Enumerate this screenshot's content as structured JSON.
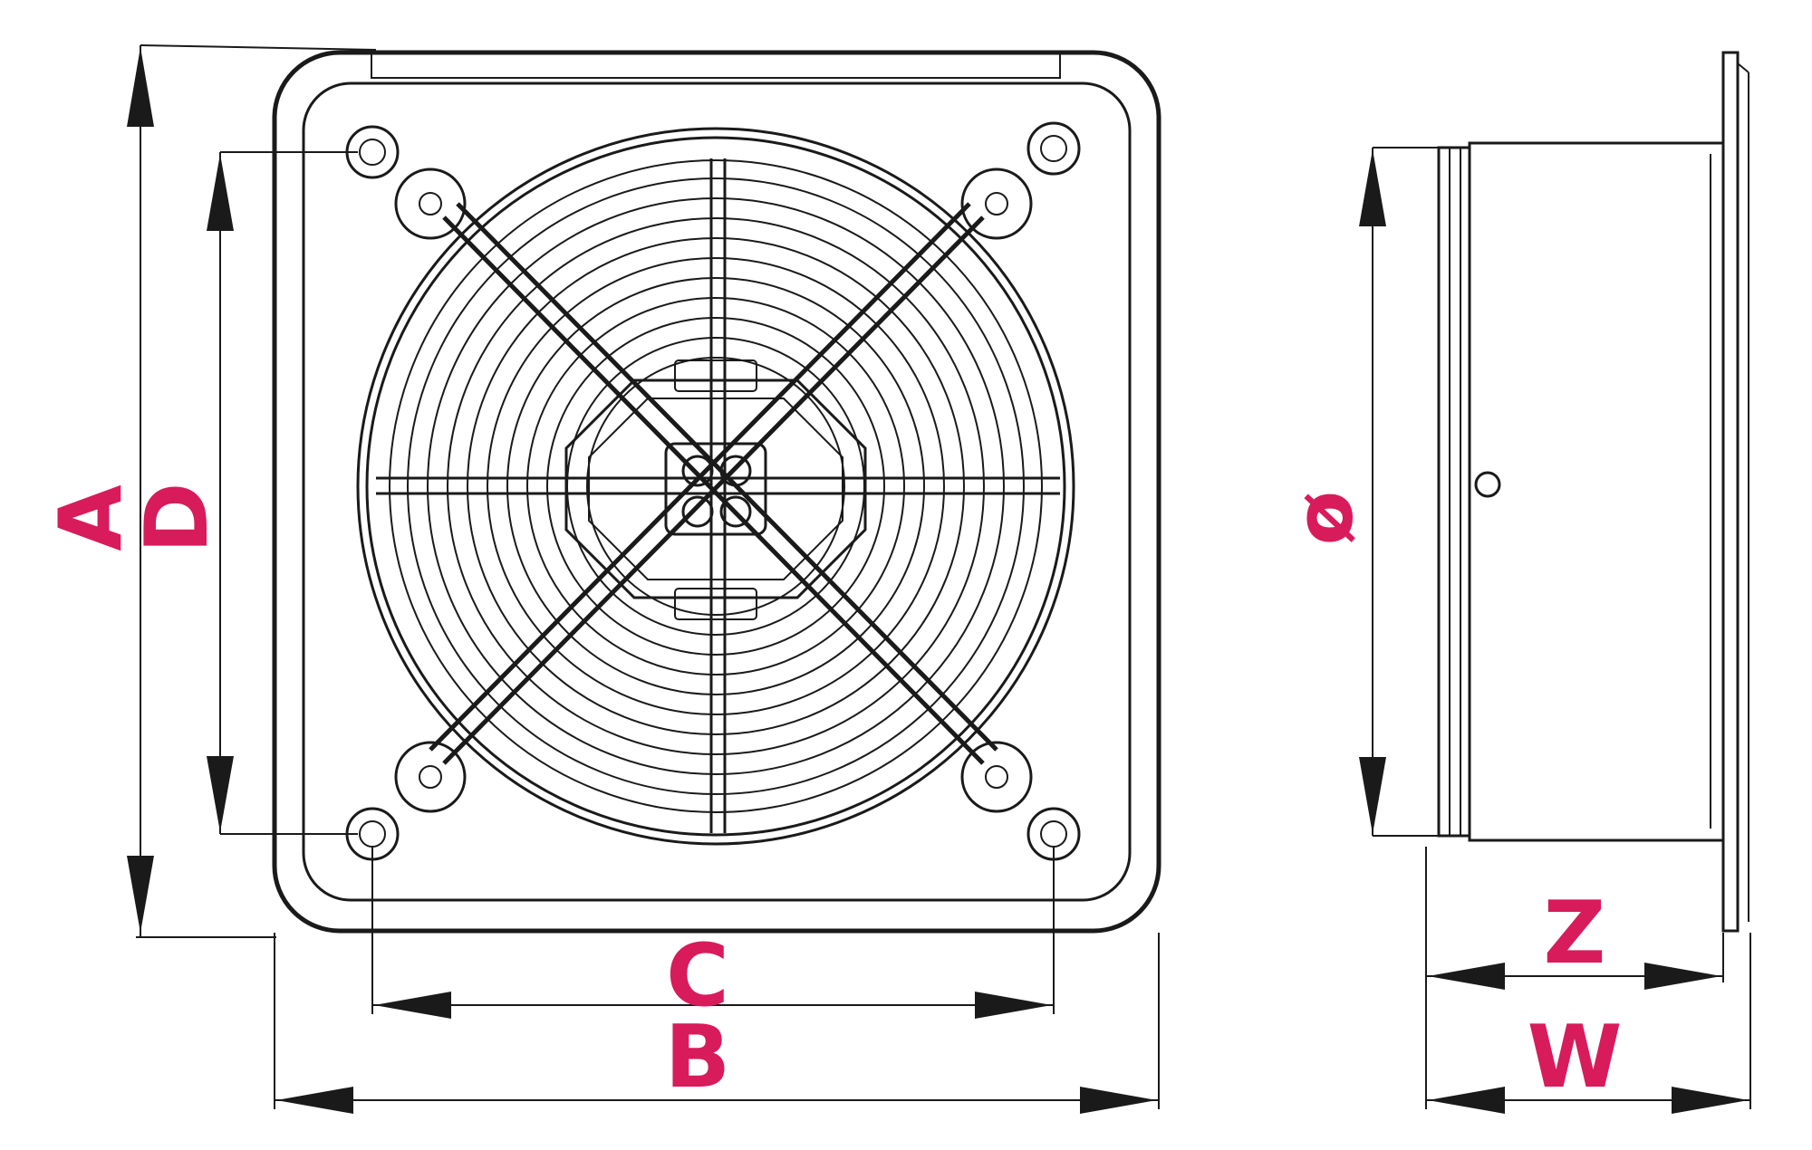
{
  "labels": {
    "A": "A",
    "D": "D",
    "C": "C",
    "B": "B",
    "diameter": "ø",
    "Z": "Z",
    "W": "W"
  },
  "colors": {
    "label": "#d81b5a",
    "line": "#1a1a1a",
    "background": "#ffffff"
  }
}
